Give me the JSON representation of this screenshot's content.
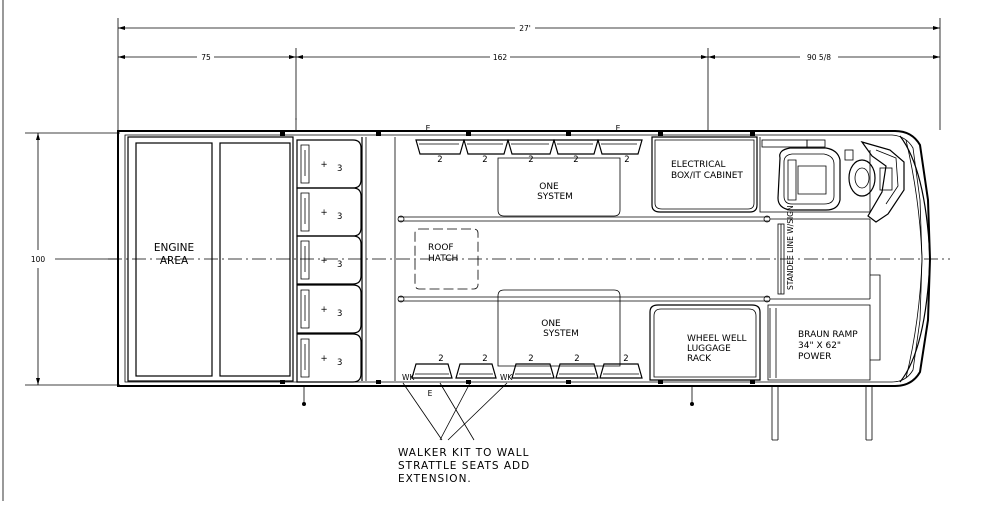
{
  "dimensions": {
    "overall_length": "27'",
    "section_engine": "75",
    "section_middle": "162",
    "section_front": "90 5/8",
    "width": "100"
  },
  "labels": {
    "engine_area": [
      "ENGINE",
      "AREA"
    ],
    "roof_hatch": [
      "ROOF",
      "HATCH"
    ],
    "one_system_top": [
      "ONE",
      "SYSTEM"
    ],
    "one_system_bottom": [
      "ONE",
      "SYSTEM"
    ],
    "electrical_cabinet": [
      "ELECTRICAL",
      "BOX/IT CABINET"
    ],
    "wheel_well_rack": [
      "WHEEL WELL",
      "LUGGAGE",
      "RACK"
    ],
    "braun_ramp": [
      "BRAUN RAMP",
      "34\" X 62\"",
      "POWER"
    ],
    "standee_line": "STANDEE LINE W/SIGN",
    "wk_left": "WK",
    "wk_right": "WK",
    "e_marker": "E"
  },
  "rear_seat_count": "3",
  "side_seat_count": "2",
  "note_lines": [
    "WALKER KIT TO WALL",
    "STRATTLE SEATS ADD",
    "EXTENSION."
  ]
}
